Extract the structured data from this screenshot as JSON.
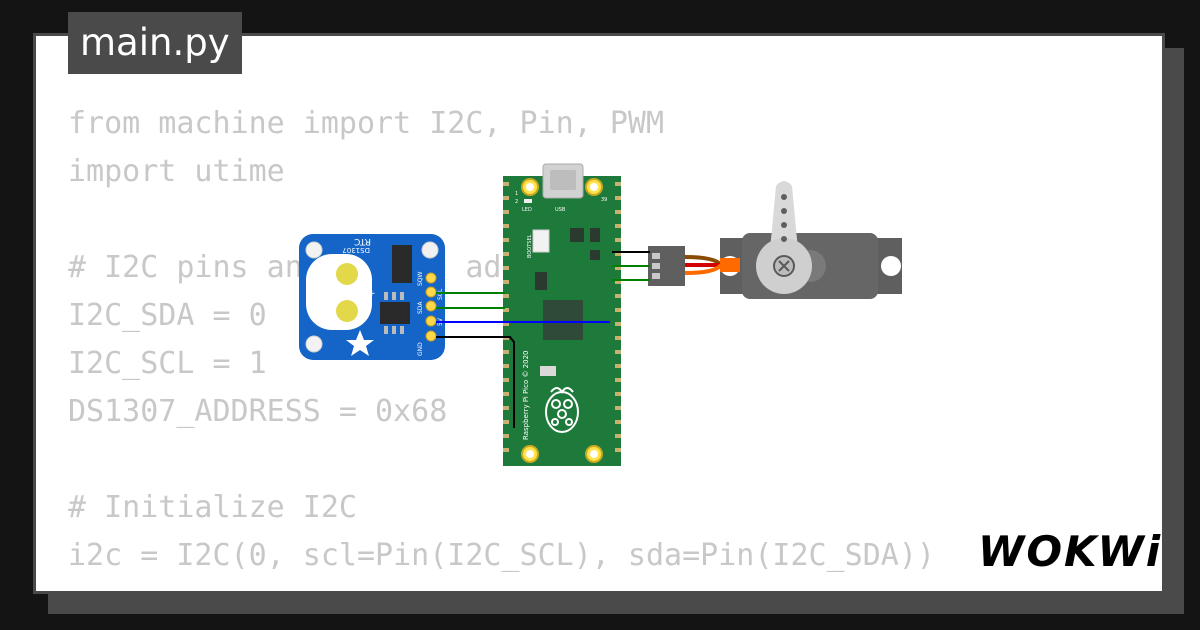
{
  "file_tab": {
    "label": "main.py"
  },
  "code_lines": [
    "from machine import I2C, Pin, PWM",
    "import utime",
    "",
    "# I2C pins and DS1307 address",
    "I2C_SDA = 0",
    "I2C_SCL = 1",
    "DS1307_ADDRESS = 0x68",
    "",
    "# Initialize I2C",
    "i2c = I2C(0, scl=Pin(I2C_SCL), sda=Pin(I2C_SDA))"
  ],
  "rtc_module": {
    "labels": [
      "RTC",
      "DS1307"
    ],
    "pins": [
      "SQW",
      "SCL",
      "SDA",
      "5V",
      "GND"
    ]
  },
  "pico_board": {
    "labels": [
      "LED",
      "USB",
      "BOOTSEL",
      "Raspberry Pi Pico © 2020"
    ],
    "pin_numbers": [
      "1",
      "2",
      "39"
    ]
  },
  "brand": {
    "logo": "WOKWi"
  },
  "colors": {
    "background": "#141414",
    "card_border": "#4a4a4a",
    "code_text": "#c8c8c8",
    "pico_green": "#1e7a3a",
    "rtc_blue": "#1565c8",
    "servo_gray": "#5f5f5f",
    "wire_green": "#008000",
    "wire_blue": "#0000ff",
    "wire_black": "#000000",
    "wire_orange": "#ff6a00",
    "wire_red": "#d40000"
  }
}
